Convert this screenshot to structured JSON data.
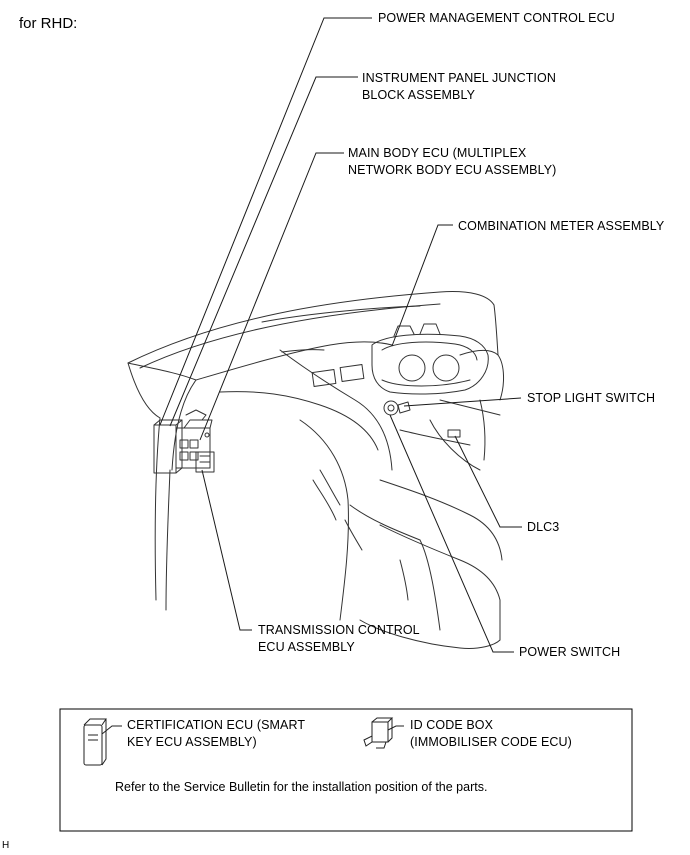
{
  "header": {
    "variant": "for RHD:"
  },
  "labels": {
    "power_management": "POWER MANAGEMENT CONTROL ECU",
    "ip_junction_1": "INSTRUMENT PANEL JUNCTION",
    "ip_junction_2": "BLOCK ASSEMBLY",
    "main_body_1": "MAIN BODY ECU (MULTIPLEX",
    "main_body_2": "NETWORK BODY ECU ASSEMBLY)",
    "combination_meter": "COMBINATION METER ASSEMBLY",
    "stop_light_switch": "STOP LIGHT SWITCH",
    "dlc3": "DLC3",
    "transmission_1": "TRANSMISSION CONTROL",
    "transmission_2": "ECU ASSEMBLY",
    "power_switch": "POWER SWITCH"
  },
  "legend": {
    "certification_1": "CERTIFICATION ECU (SMART",
    "certification_2": "KEY ECU ASSEMBLY)",
    "id_code_1": "ID CODE BOX",
    "id_code_2": "(IMMOBILISER CODE ECU)",
    "note": "Refer to the Service Bulletin for the installation position of the parts."
  },
  "footer": {
    "code": "H"
  },
  "colors": {
    "ink": "#000000",
    "line": "#1a1a1a",
    "sketch": "#333333"
  }
}
